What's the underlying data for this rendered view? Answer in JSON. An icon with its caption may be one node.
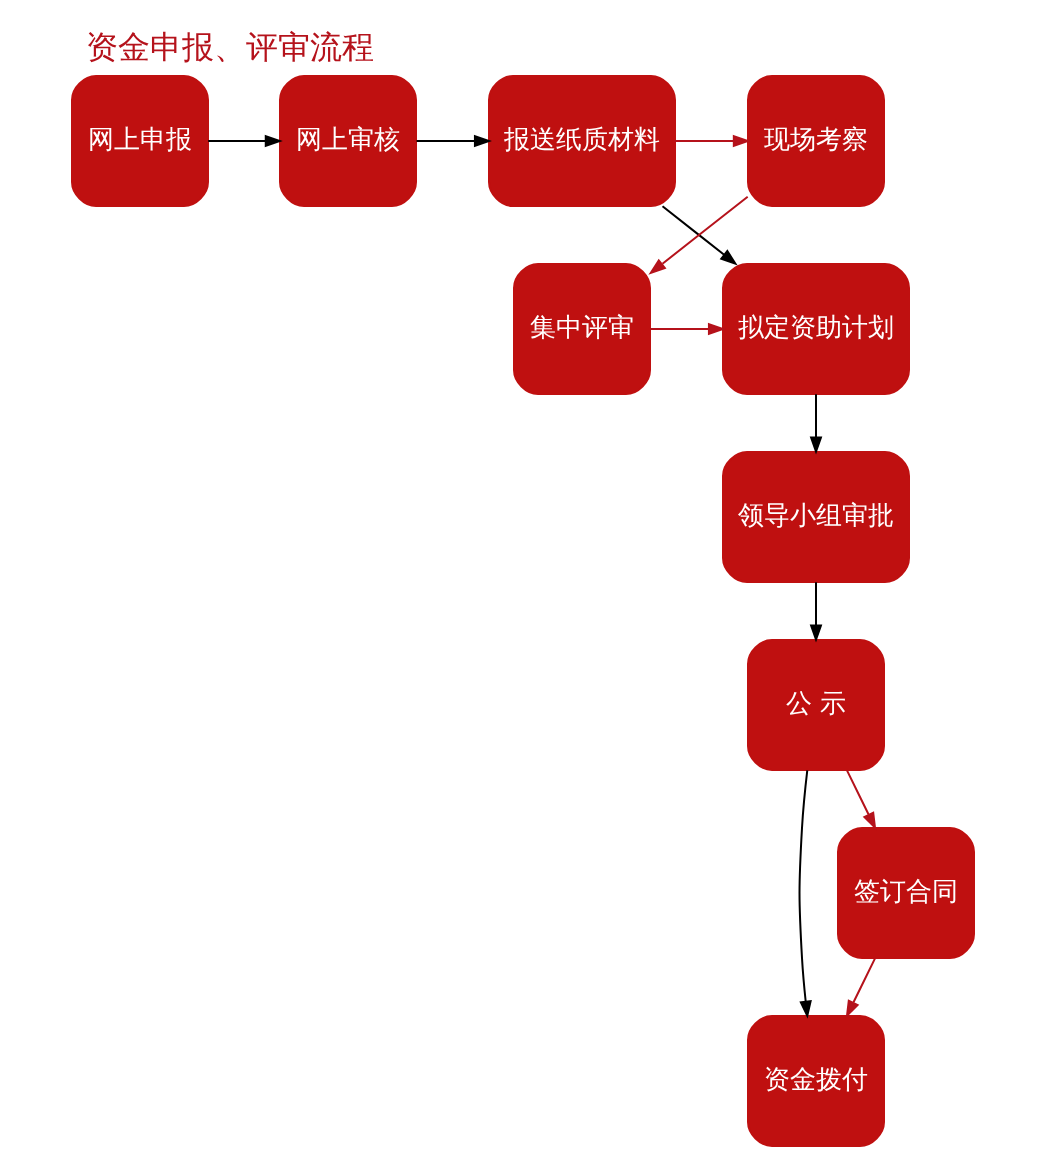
{
  "diagram": {
    "title": "资金申报、评审流程",
    "nodes": [
      {
        "text": [
          "网上申报"
        ]
      },
      {
        "text": [
          "网上审核"
        ]
      },
      {
        "text": [
          "报送纸质材料"
        ]
      },
      {
        "text": [
          "现场考察"
        ]
      },
      {
        "text": [
          "集中评审"
        ]
      },
      {
        "text": [
          "拟定资助计划"
        ]
      },
      {
        "text": [
          "领导小组审批"
        ]
      },
      {
        "text": [
          "公 示"
        ]
      },
      {
        "text": [
          "签订合同"
        ]
      },
      {
        "text": [
          "资金拨付"
        ]
      }
    ],
    "edges": [
      {
        "from": 0,
        "to": 1,
        "arrow": "to"
      },
      {
        "from": 1,
        "to": 2,
        "arrow": "to"
      },
      {
        "from": 2,
        "to": 3,
        "arrow": "to",
        "color": "#b5121b"
      },
      {
        "from": 3,
        "to": 4,
        "arrow": "to",
        "color": "#b5121b"
      },
      {
        "from": 4,
        "to": 5,
        "arrow": "to",
        "color": "#b5121b"
      },
      {
        "from": 2,
        "to": 5,
        "arrow": "to"
      },
      {
        "from": 5,
        "to": 6,
        "arrow": "to"
      },
      {
        "from": 6,
        "to": 7,
        "arrow": "to"
      },
      {
        "from": 7,
        "to": 8,
        "arrow": "to",
        "color": "#b5121b"
      },
      {
        "from": 8,
        "to": 9,
        "arrow": "to",
        "color": "#b5121b"
      },
      {
        "from": 7,
        "to": 9,
        "arrow": "to"
      }
    ]
  }
}
